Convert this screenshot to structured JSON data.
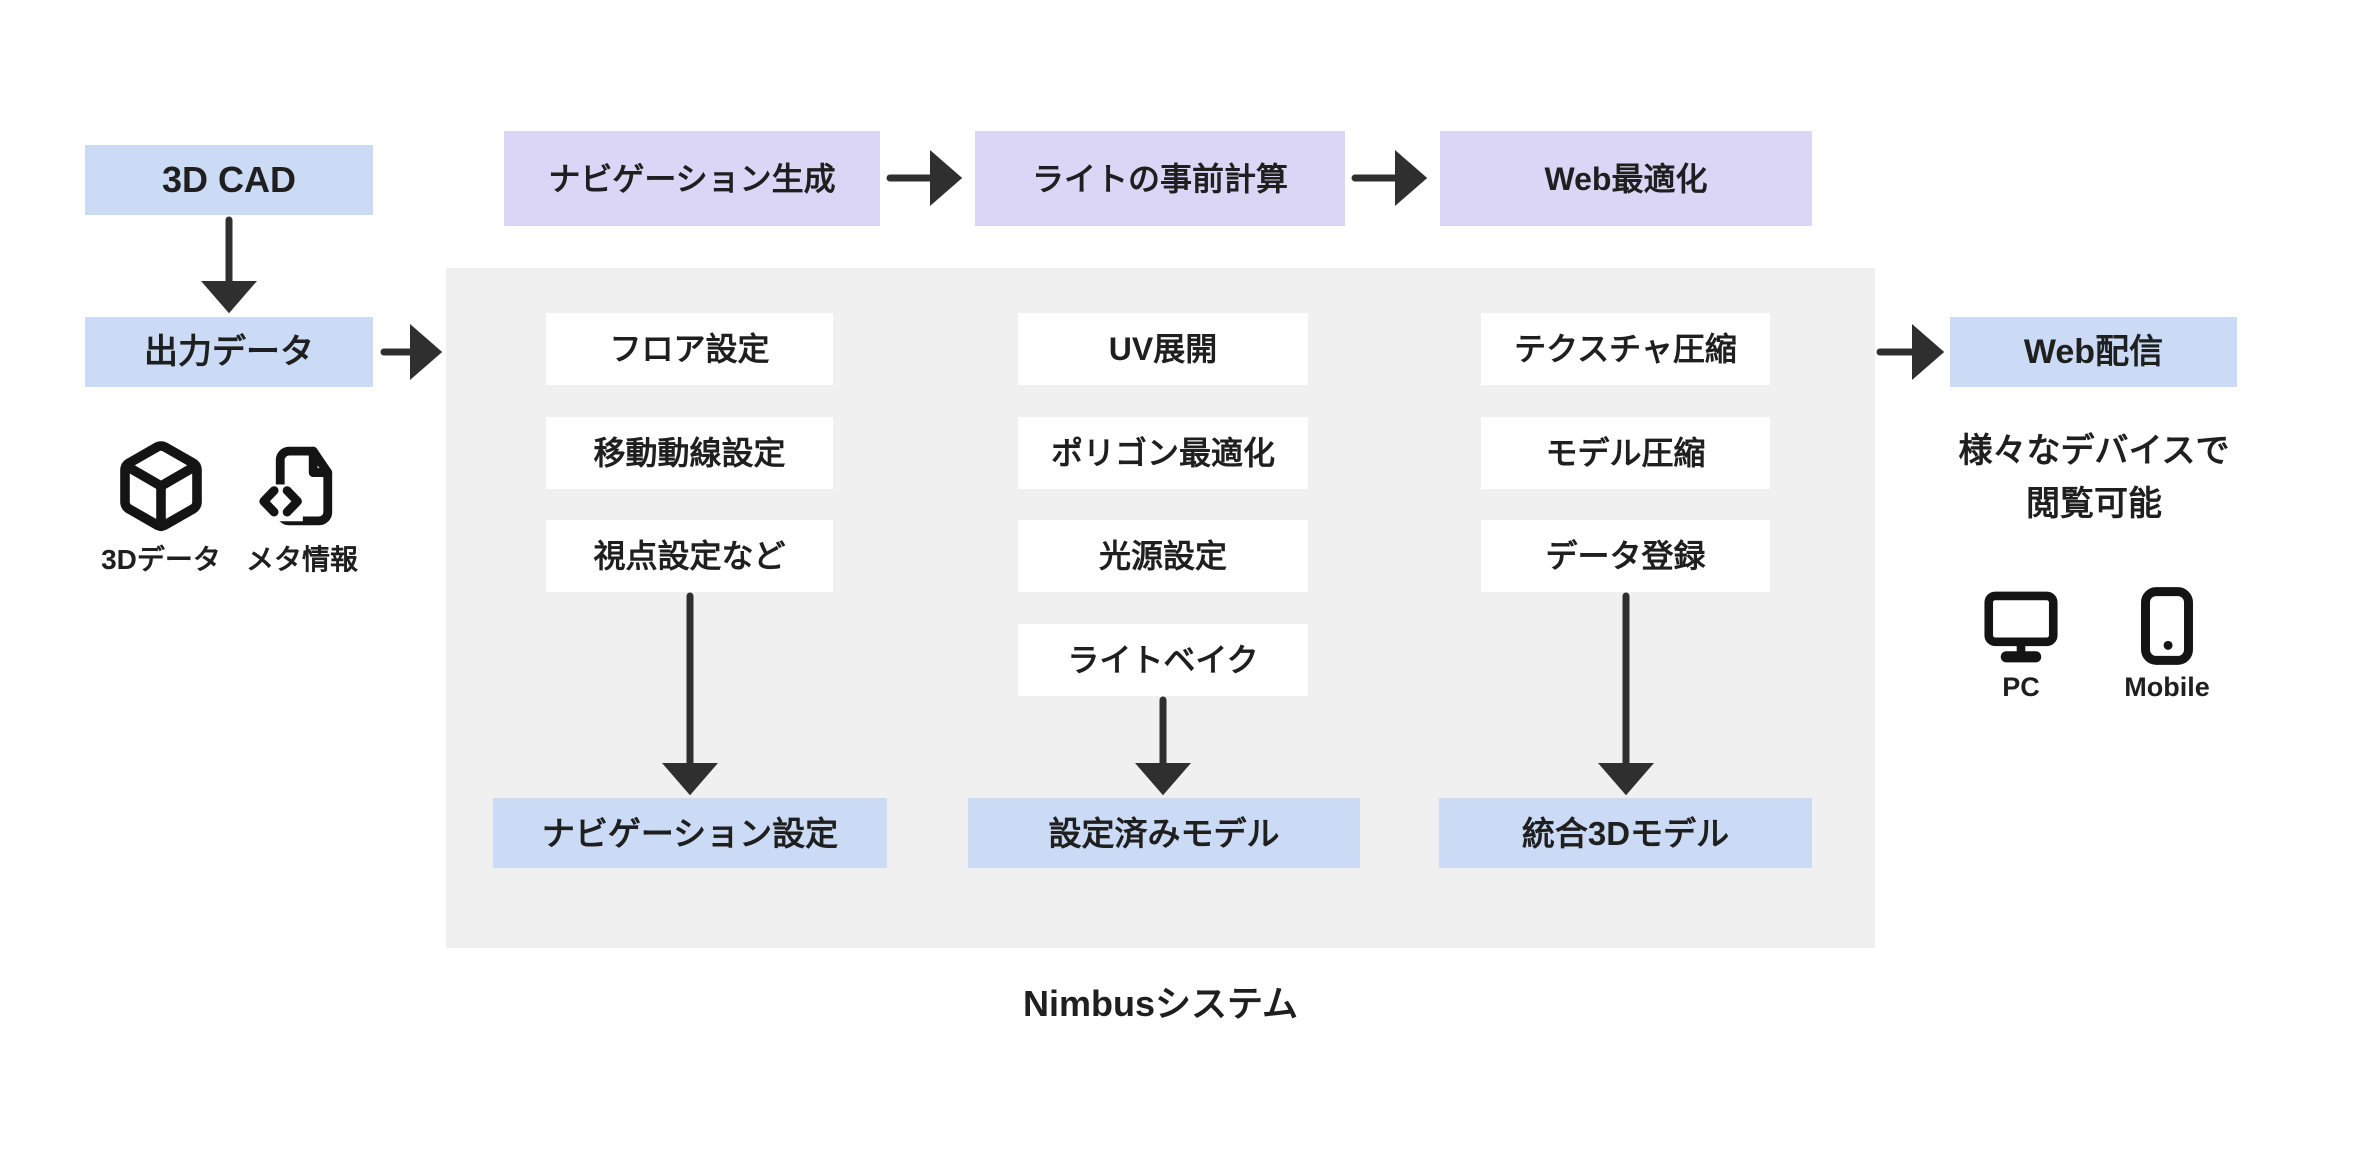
{
  "colors": {
    "stage_lavender": "#dcd6f6",
    "flow_blue": "#cbdbf6",
    "panel_gray": "#f0f0f0",
    "step_white": "#ffffff",
    "text": "#1f1f1f",
    "arrow": "#2f2f2f"
  },
  "source": {
    "cad_box": "3D CAD",
    "output_box": "出力データ",
    "assets": [
      {
        "icon": "cube-3d-icon",
        "label": "3Dデータ"
      },
      {
        "icon": "file-code-icon",
        "label": "メタ情報"
      }
    ]
  },
  "stages": [
    {
      "label": "ナビゲーション生成"
    },
    {
      "label": "ライトの事前計算"
    },
    {
      "label": "Web最適化"
    }
  ],
  "system": {
    "title": "Nimbusシステム",
    "columns": [
      {
        "steps": [
          "フロア設定",
          "移動動線設定",
          "視点設定など"
        ],
        "result": "ナビゲーション設定"
      },
      {
        "steps": [
          "UV展開",
          "ポリゴン最適化",
          "光源設定",
          "ライトベイク"
        ],
        "result": "設定済みモデル"
      },
      {
        "steps": [
          "テクスチャ圧縮",
          "モデル圧縮",
          "データ登録"
        ],
        "result": "統合3Dモデル"
      }
    ]
  },
  "delivery": {
    "box": "Web配信",
    "caption_line1": "様々なデバイスで",
    "caption_line2": "閲覧可能",
    "devices": [
      {
        "icon": "pc-icon",
        "label": "PC"
      },
      {
        "icon": "mobile-icon",
        "label": "Mobile"
      }
    ]
  }
}
